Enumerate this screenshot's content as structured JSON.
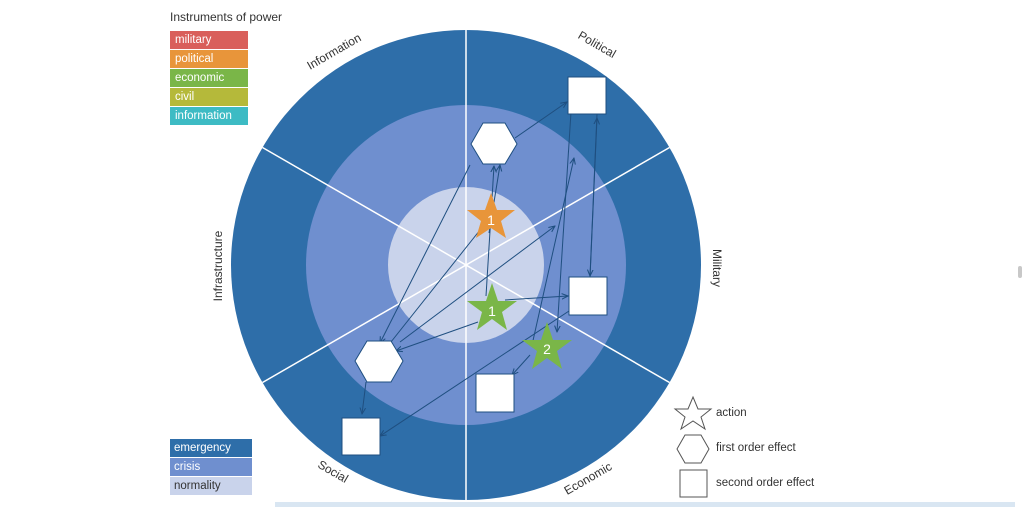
{
  "instruments_legend": {
    "title": "Instruments of power",
    "items": [
      {
        "label": "military",
        "color": "#d95f5b"
      },
      {
        "label": "political",
        "color": "#e8953a"
      },
      {
        "label": "economic",
        "color": "#7ab648"
      },
      {
        "label": "civil",
        "color": "#b5b93a"
      },
      {
        "label": "information",
        "color": "#3dbbc4"
      }
    ]
  },
  "zones_legend": {
    "items": [
      {
        "label": "emergency",
        "color": "#2e6ea9",
        "text_color": "#ffffff"
      },
      {
        "label": "crisis",
        "color": "#6f8fcf",
        "text_color": "#ffffff"
      },
      {
        "label": "normality",
        "color": "#c9d3eb",
        "text_color": "#333333"
      }
    ]
  },
  "sectors": [
    "Information",
    "Political",
    "Military",
    "Economic",
    "Social",
    "Infrastructure"
  ],
  "shapes_legend": {
    "action": "action",
    "first_order": "first order effect",
    "second_order": "second order effect"
  },
  "actions": [
    {
      "label": "1",
      "instrument": "political",
      "color": "#e8953a"
    },
    {
      "label": "1",
      "instrument": "economic",
      "color": "#7ab648"
    },
    {
      "label": "2",
      "instrument": "economic",
      "color": "#7ab648"
    }
  ],
  "colors": {
    "emergency": "#2e6ea9",
    "crisis": "#6f8fcf",
    "normality": "#c9d3eb",
    "arrow": "#1f4f80"
  }
}
